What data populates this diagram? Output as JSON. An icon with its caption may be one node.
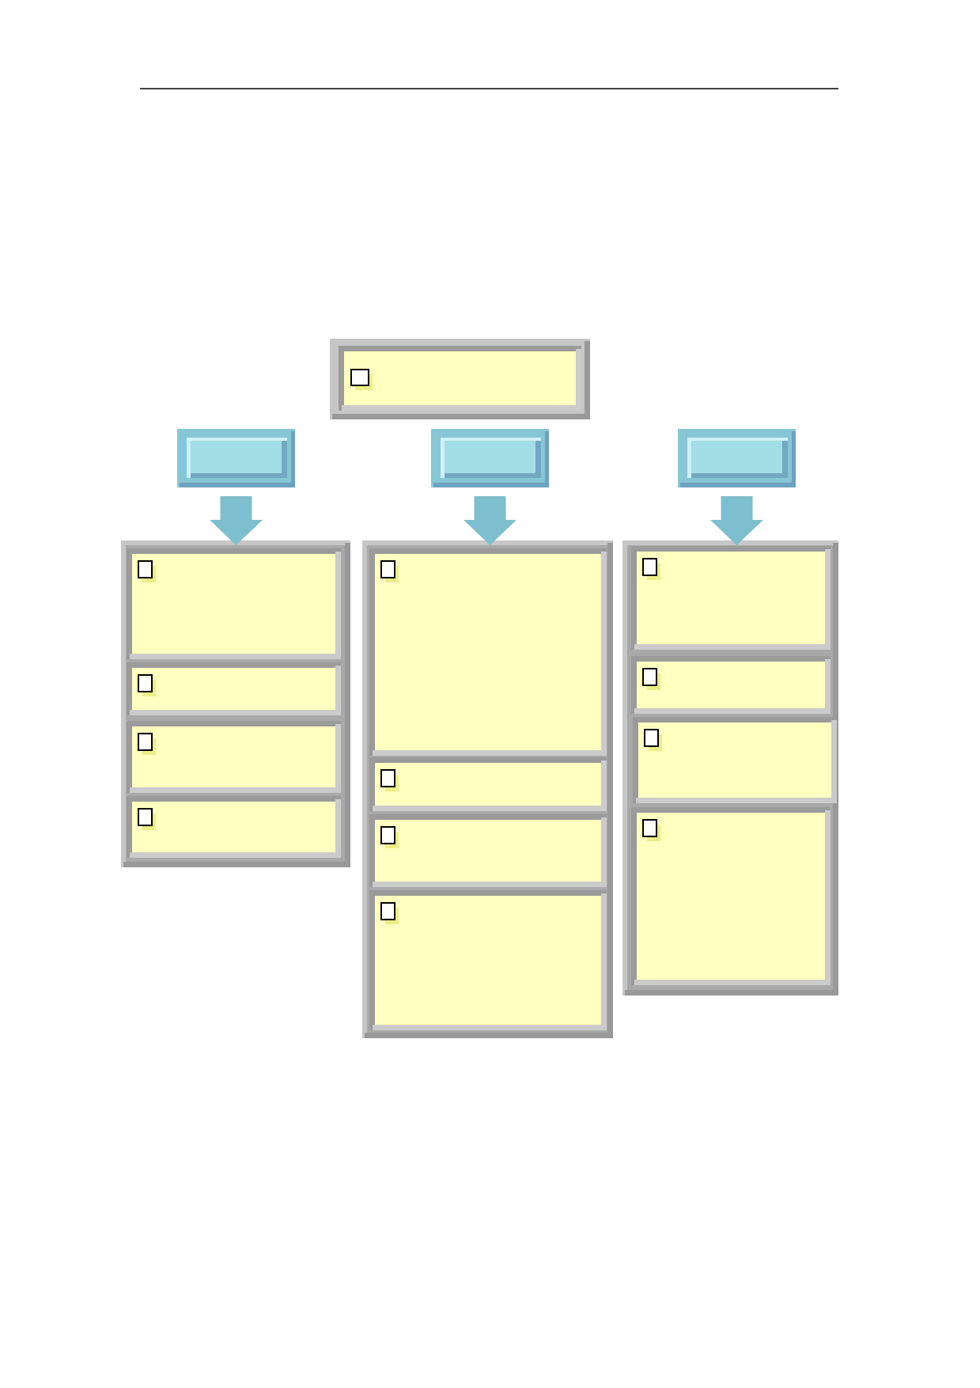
{
  "diagram": {
    "nodes": [
      {
        "text": [],
        "shape": "box"
      },
      {
        "text": [],
        "shape": "box"
      },
      {
        "text": [],
        "shape": "box"
      },
      {
        "text": [],
        "shape": "box"
      },
      {
        "text": [],
        "shape": "box"
      },
      {
        "text": [],
        "shape": "box",
        "in": 4
      },
      {
        "text": [],
        "shape": "box",
        "in": 4
      },
      {
        "text": [],
        "shape": "box",
        "in": 4
      },
      {
        "text": [],
        "shape": "box",
        "in": 4
      },
      {
        "text": [],
        "shape": "box"
      },
      {
        "text": [],
        "shape": "box",
        "in": 9
      },
      {
        "text": [],
        "shape": "box",
        "in": 9
      },
      {
        "text": [],
        "shape": "box",
        "in": 9
      },
      {
        "text": [],
        "shape": "box",
        "in": 9
      },
      {
        "text": [],
        "shape": "box"
      },
      {
        "text": [],
        "shape": "box",
        "in": 14
      },
      {
        "text": [],
        "shape": "box",
        "in": 14
      },
      {
        "text": [],
        "shape": "box",
        "in": 14
      },
      {
        "text": [],
        "shape": "box",
        "in": 14
      }
    ],
    "edges": [
      {
        "from": 1,
        "to": 4,
        "arrow": "to"
      },
      {
        "from": 2,
        "to": 9,
        "arrow": "to"
      },
      {
        "from": 3,
        "to": 14,
        "arrow": "to"
      }
    ]
  }
}
